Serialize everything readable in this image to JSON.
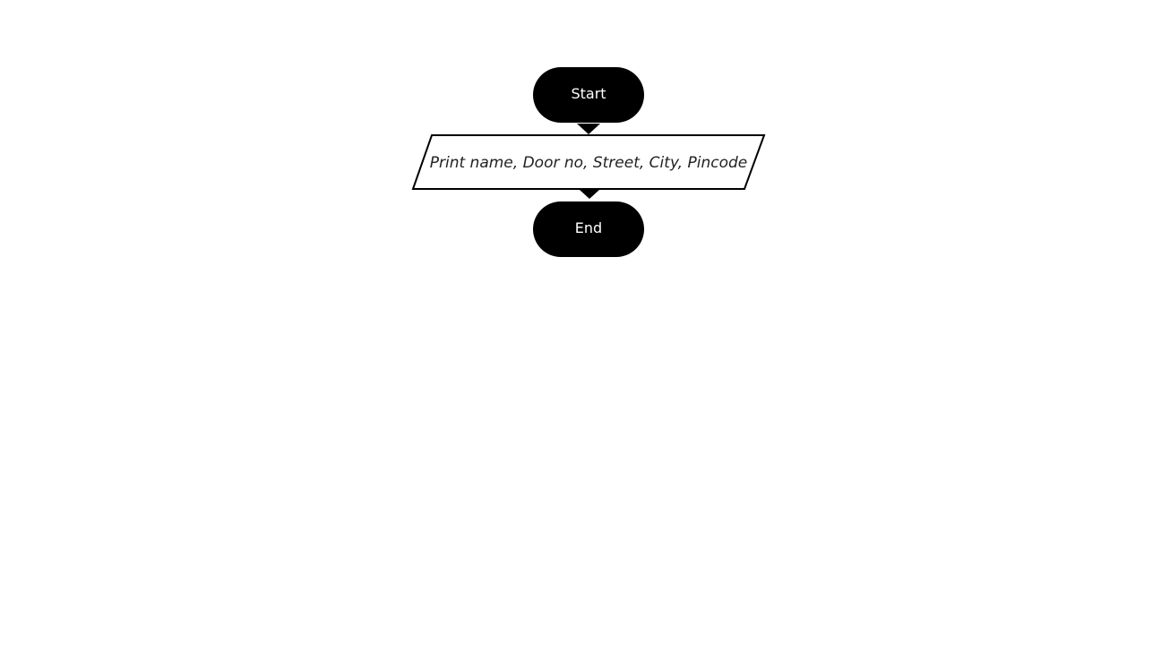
{
  "flowchart": {
    "start_label": "Start",
    "io_label": "Print name, Door no, Street, City, Pincode",
    "end_label": "End"
  },
  "colors": {
    "terminal_fill": "#000000",
    "terminal_text": "#ffffff",
    "io_fill": "#ffffff",
    "io_stroke": "#000000",
    "io_text": "#222222",
    "arrow": "#000000"
  }
}
